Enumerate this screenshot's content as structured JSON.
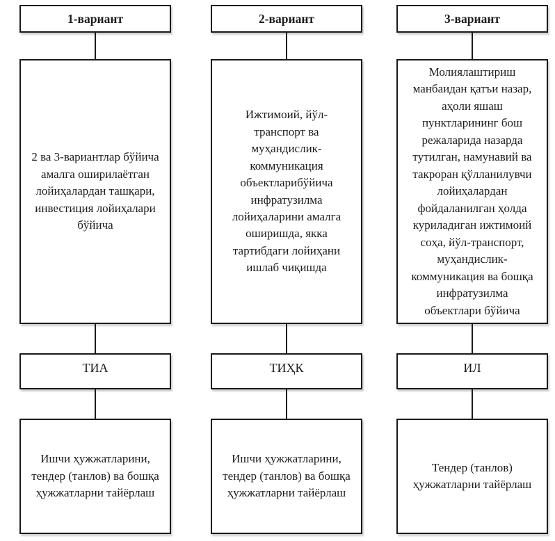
{
  "diagram": {
    "border_color": "#1a1a1a",
    "background_color": "#ffffff"
  },
  "columns": [
    {
      "header": "1-вариант",
      "body": "2 ва 3-вариантлар бўйича\nамалга оширилаётган\nлойиҳалардан ташқари,\nинвестиция лойиҳалари\nбўйича",
      "code": "ТИА",
      "footer": "Ишчи ҳужжатларини,\nтендер (танлов) ва бошқа\nҳужжатларни тайёрлаш"
    },
    {
      "header": "2-вариант",
      "body": "Ижтимоий, йўл-\nтранспорт ва\nмуҳандислик-\nкоммуникация\nобъектларибўйича\nинфратузилма\nлойиҳаларини амалга\nоширишда, якка\nтартибдаги лойиҳани\nишлаб чиқишда",
      "code": "ТИҲК",
      "footer": "Ишчи ҳужжатларини,\nтендер (танлов) ва бошқа\nҳужжатларни тайёрлаш"
    },
    {
      "header": "3-вариант",
      "body": "Молиялаштириш\nманбаидан қатъи назар,\nаҳоли яшаш\nпунктларининг бош\nрежаларида назарда\nтутилган, намунавий ва\nтакроран қўлланилувчи\nлойиҳалардан\nфойдаланилган ҳолда\nкуриладиган ижтимоий\nсоҳа, йўл-транспорт,\nмуҳандислик-\nкоммуникация ва бошқа\nинфратузилма\nобъектлари бўйича",
      "code": "ИЛ",
      "footer": "Тендер (танлов)\nҳужжатларни тайёрлаш"
    }
  ]
}
